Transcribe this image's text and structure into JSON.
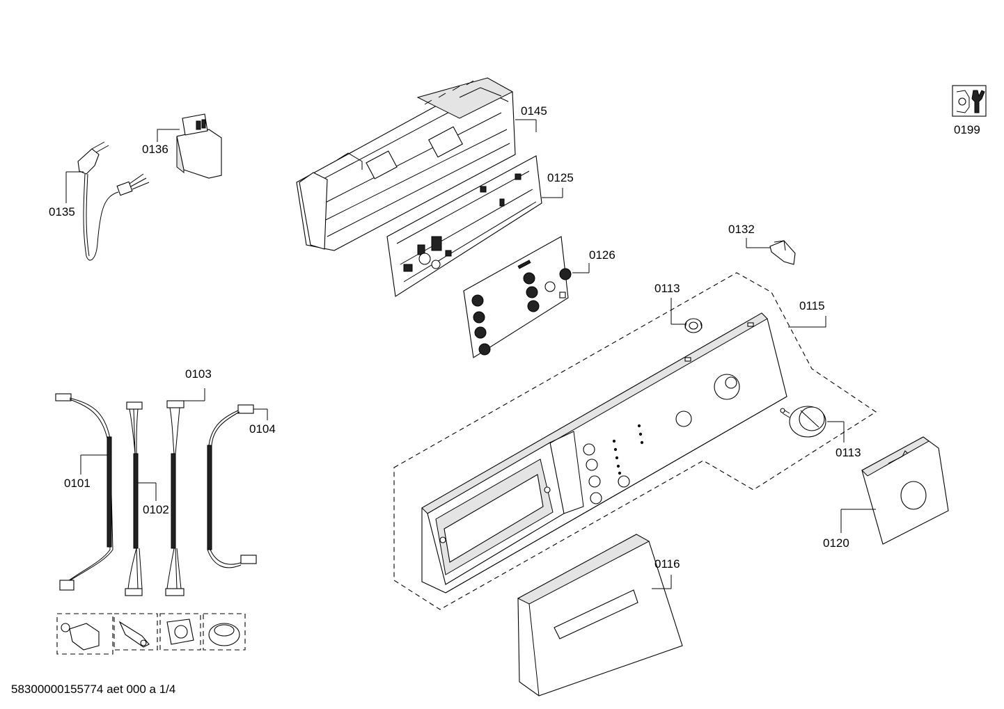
{
  "labels": {
    "p0101": "0101",
    "p0102": "0102",
    "p0103": "0103",
    "p0104": "0104",
    "p0113a": "0113",
    "p0113b": "0113",
    "p0115": "0115",
    "p0116": "0116",
    "p0120": "0120",
    "p0125": "0125",
    "p0126": "0126",
    "p0132": "0132",
    "p0135": "0135",
    "p0136": "0136",
    "p0145": "0145",
    "p0199": "0199"
  },
  "footer": "58300000155774 aet 000 a 1/4",
  "icons": {
    "service_kit": "wrench-icon"
  }
}
